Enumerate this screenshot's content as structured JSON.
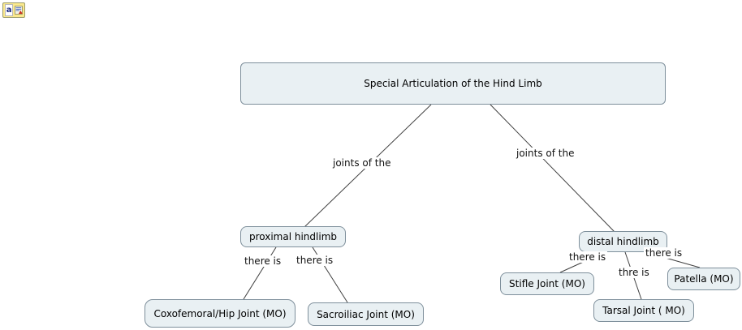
{
  "colors": {
    "node_fill": "#e9f0f3",
    "node_border": "#7e8f9b",
    "line": "#3f3f3f",
    "background": "#ffffff",
    "icon_background": "#fbe98e"
  },
  "corner_icon": {
    "letter": "a"
  },
  "nodes": {
    "root": {
      "label": "Special Articulation of the Hind Limb"
    },
    "proximal": {
      "label": "proximal hindlimb"
    },
    "distal": {
      "label": "distal hindlimb"
    },
    "coxofemoral": {
      "label": "Coxofemoral/Hip Joint (MO)"
    },
    "sacroiliac": {
      "label": "Sacroiliac Joint (MO)"
    },
    "stifle": {
      "label": "Stifle Joint (MO)"
    },
    "tarsal": {
      "label": "Tarsal Joint ( MO)"
    },
    "patella": {
      "label": "Patella (MO)"
    }
  },
  "links": {
    "root_proximal": {
      "label": "joints of the"
    },
    "root_distal": {
      "label": "joints of the"
    },
    "proximal_coxofemoral": {
      "label": "there is"
    },
    "proximal_sacroiliac": {
      "label": "there is"
    },
    "distal_stifle": {
      "label": "there is"
    },
    "distal_tarsal": {
      "label": "thre is"
    },
    "distal_patella": {
      "label": "there is"
    }
  }
}
